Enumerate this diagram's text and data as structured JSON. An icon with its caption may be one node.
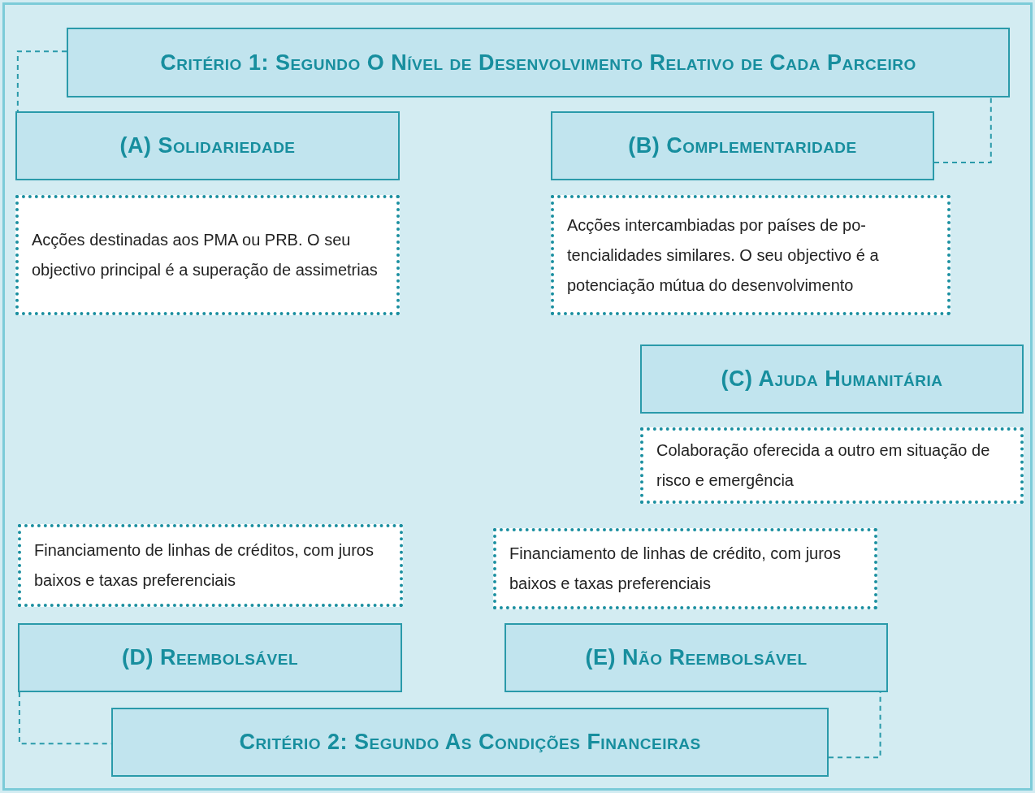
{
  "diagram": {
    "nodes": [
      {
        "text": [
          "Critério 1: Segundo O Nível de Desenvolvimento Relativo de Cada Parceiro"
        ]
      },
      {
        "text": [
          "(A) Solidariedade"
        ]
      },
      {
        "text": [
          "(B) Complementaridade"
        ]
      },
      {
        "text": [
          "Acções destinadas aos PMA ou PRB. O seu objectivo principal é a superação de assimetrias"
        ]
      },
      {
        "text": [
          "Acções intercambiadas por países de po-tencialidades similares. O seu objectivo é a potenciação mútua do desenvolvimento"
        ]
      },
      {
        "text": [
          "(C) Ajuda Humanitária"
        ]
      },
      {
        "text": [
          "Colaboração oferecida a outro em situação de risco e emergência"
        ]
      },
      {
        "text": [
          "Financiamento de linhas de créditos, com juros baixos e taxas preferenciais"
        ]
      },
      {
        "text": [
          "Financiamento de linhas de crédito, com juros baixos e taxas preferenciais"
        ]
      },
      {
        "text": [
          "(D) Reembolsável"
        ]
      },
      {
        "text": [
          "(E) Não Reembolsável"
        ]
      },
      {
        "text": [
          "Critério 2: Segundo As Condições Financeiras"
        ]
      }
    ],
    "edges": [
      {
        "from": 0,
        "to": 1,
        "arrow": "none",
        "style": "dashed"
      },
      {
        "from": 2,
        "to": 0,
        "arrow": "none",
        "style": "dashed"
      },
      {
        "from": 9,
        "to": 11,
        "arrow": "none",
        "style": "dashed"
      },
      {
        "from": 11,
        "to": 10,
        "arrow": "none",
        "style": "dashed"
      }
    ]
  }
}
